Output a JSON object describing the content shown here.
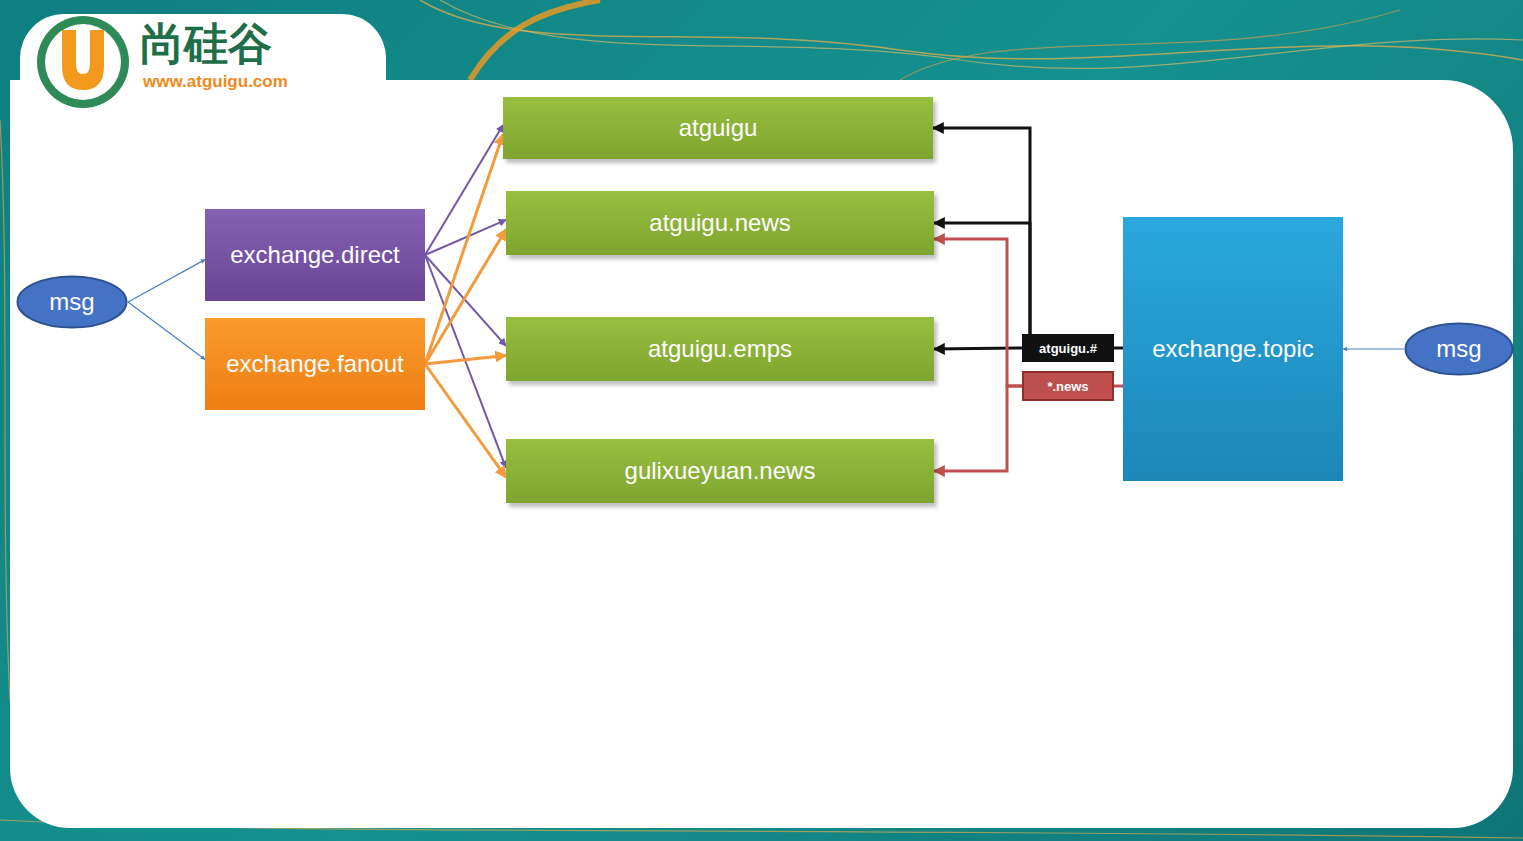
{
  "diagram": {
    "nodes": [
      {
        "text": [
          "msg"
        ]
      },
      {
        "text": [
          "exchange.direct"
        ]
      },
      {
        "text": [
          "exchange.fanout"
        ]
      },
      {
        "text": [
          "atguigu"
        ]
      },
      {
        "text": [
          "atguigu.news"
        ]
      },
      {
        "text": [
          "atguigu.emps"
        ]
      },
      {
        "text": [
          "gulixueyuan.news"
        ]
      },
      {
        "text": [
          "atguigu.#"
        ]
      },
      {
        "text": [
          "*.news"
        ]
      },
      {
        "text": [
          "exchange.topic"
        ]
      },
      {
        "text": [
          "msg"
        ]
      }
    ],
    "edges": [
      {
        "from": 0,
        "to": 1,
        "arrow": "to"
      },
      {
        "from": 0,
        "to": 2,
        "arrow": "to"
      },
      {
        "from": 1,
        "to": 3,
        "arrow": "to"
      },
      {
        "from": 1,
        "to": 4,
        "arrow": "to"
      },
      {
        "from": 1,
        "to": 5,
        "arrow": "to"
      },
      {
        "from": 1,
        "to": 6,
        "arrow": "to"
      },
      {
        "from": 2,
        "to": 3,
        "arrow": "to"
      },
      {
        "from": 2,
        "to": 4,
        "arrow": "to"
      },
      {
        "from": 2,
        "to": 5,
        "arrow": "to"
      },
      {
        "from": 2,
        "to": 6,
        "arrow": "to"
      },
      {
        "from": 9,
        "to": 7,
        "arrow": "none"
      },
      {
        "from": 7,
        "to": 3,
        "arrow": "to"
      },
      {
        "from": 7,
        "to": 4,
        "arrow": "to"
      },
      {
        "from": 7,
        "to": 5,
        "arrow": "to"
      },
      {
        "from": 9,
        "to": 8,
        "arrow": "none"
      },
      {
        "from": 8,
        "to": 4,
        "arrow": "to"
      },
      {
        "from": 8,
        "to": 6,
        "arrow": "to"
      },
      {
        "from": 10,
        "to": 9,
        "arrow": "to"
      }
    ],
    "labels": [
      "尚硅谷",
      "www.atguigu.com"
    ]
  }
}
